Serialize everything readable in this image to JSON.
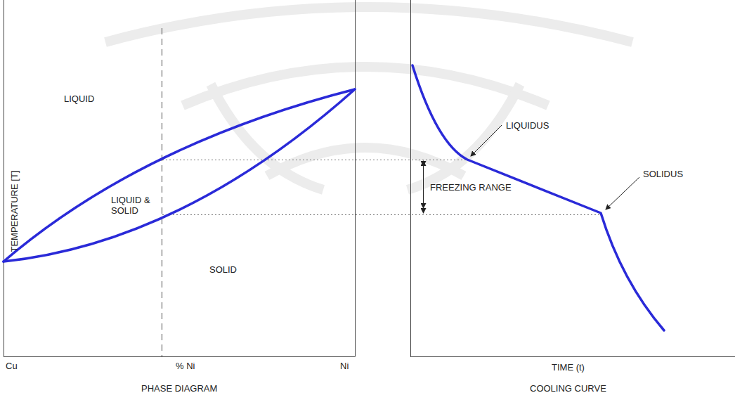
{
  "diagram": {
    "labels": [
      "LIQUID",
      "LIQUID & SOLID",
      "SOLID",
      "TEMPERATURE [T]",
      "Cu",
      "% Ni",
      "Ni",
      "PHASE DIAGRAM",
      "LIQUIDUS",
      "SOLIDUS",
      "FREEZING RANGE",
      "TIME (t)",
      "COOLING CURVE"
    ]
  }
}
